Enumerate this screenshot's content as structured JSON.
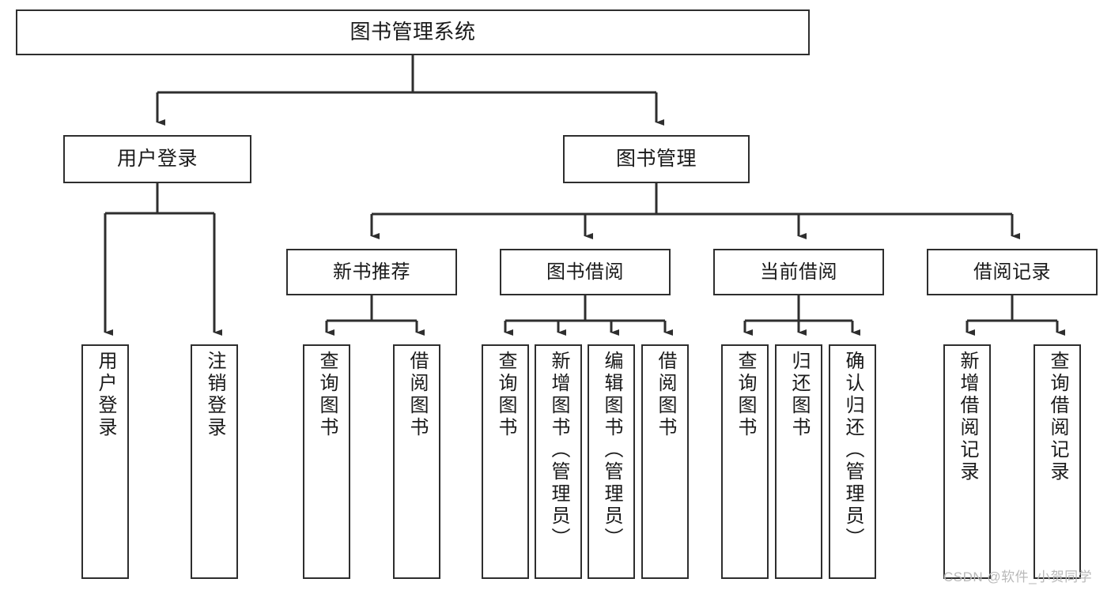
{
  "diagram": {
    "title": "图书管理系统",
    "type": "tree-hierarchy-chart",
    "colors": {
      "background": "#ffffff",
      "node_border": "#2e2e2e",
      "node_fill": "#ffffff",
      "text": "#1a1a1a",
      "edge": "#2e2e2e",
      "watermark": "#b9b9b9"
    },
    "root": {
      "label": "图书管理系统"
    },
    "branches": [
      {
        "label": "用户登录"
      },
      {
        "label": "图书管理"
      }
    ],
    "subgroups": [
      {
        "label": "新书推荐"
      },
      {
        "label": "图书借阅"
      },
      {
        "label": "当前借阅"
      },
      {
        "label": "借阅记录"
      }
    ],
    "leaves": {
      "user_login": [
        {
          "label": "用户登录"
        },
        {
          "label": "注销登录"
        }
      ],
      "new_book_recommend": [
        {
          "label": "查询图书"
        },
        {
          "label": "借阅图书"
        }
      ],
      "book_borrow": [
        {
          "label": "查询图书"
        },
        {
          "label": "新增图书（管理员）"
        },
        {
          "label": "编辑图书（管理员）"
        },
        {
          "label": "借阅图书"
        }
      ],
      "current_borrow": [
        {
          "label": "查询图书"
        },
        {
          "label": "归还图书"
        },
        {
          "label": "确认归还（管理员）"
        }
      ],
      "borrow_record": [
        {
          "label": "新增借阅记录"
        },
        {
          "label": "查询借阅记录"
        }
      ]
    },
    "watermark": "CSDN @软件_小贺同学"
  }
}
